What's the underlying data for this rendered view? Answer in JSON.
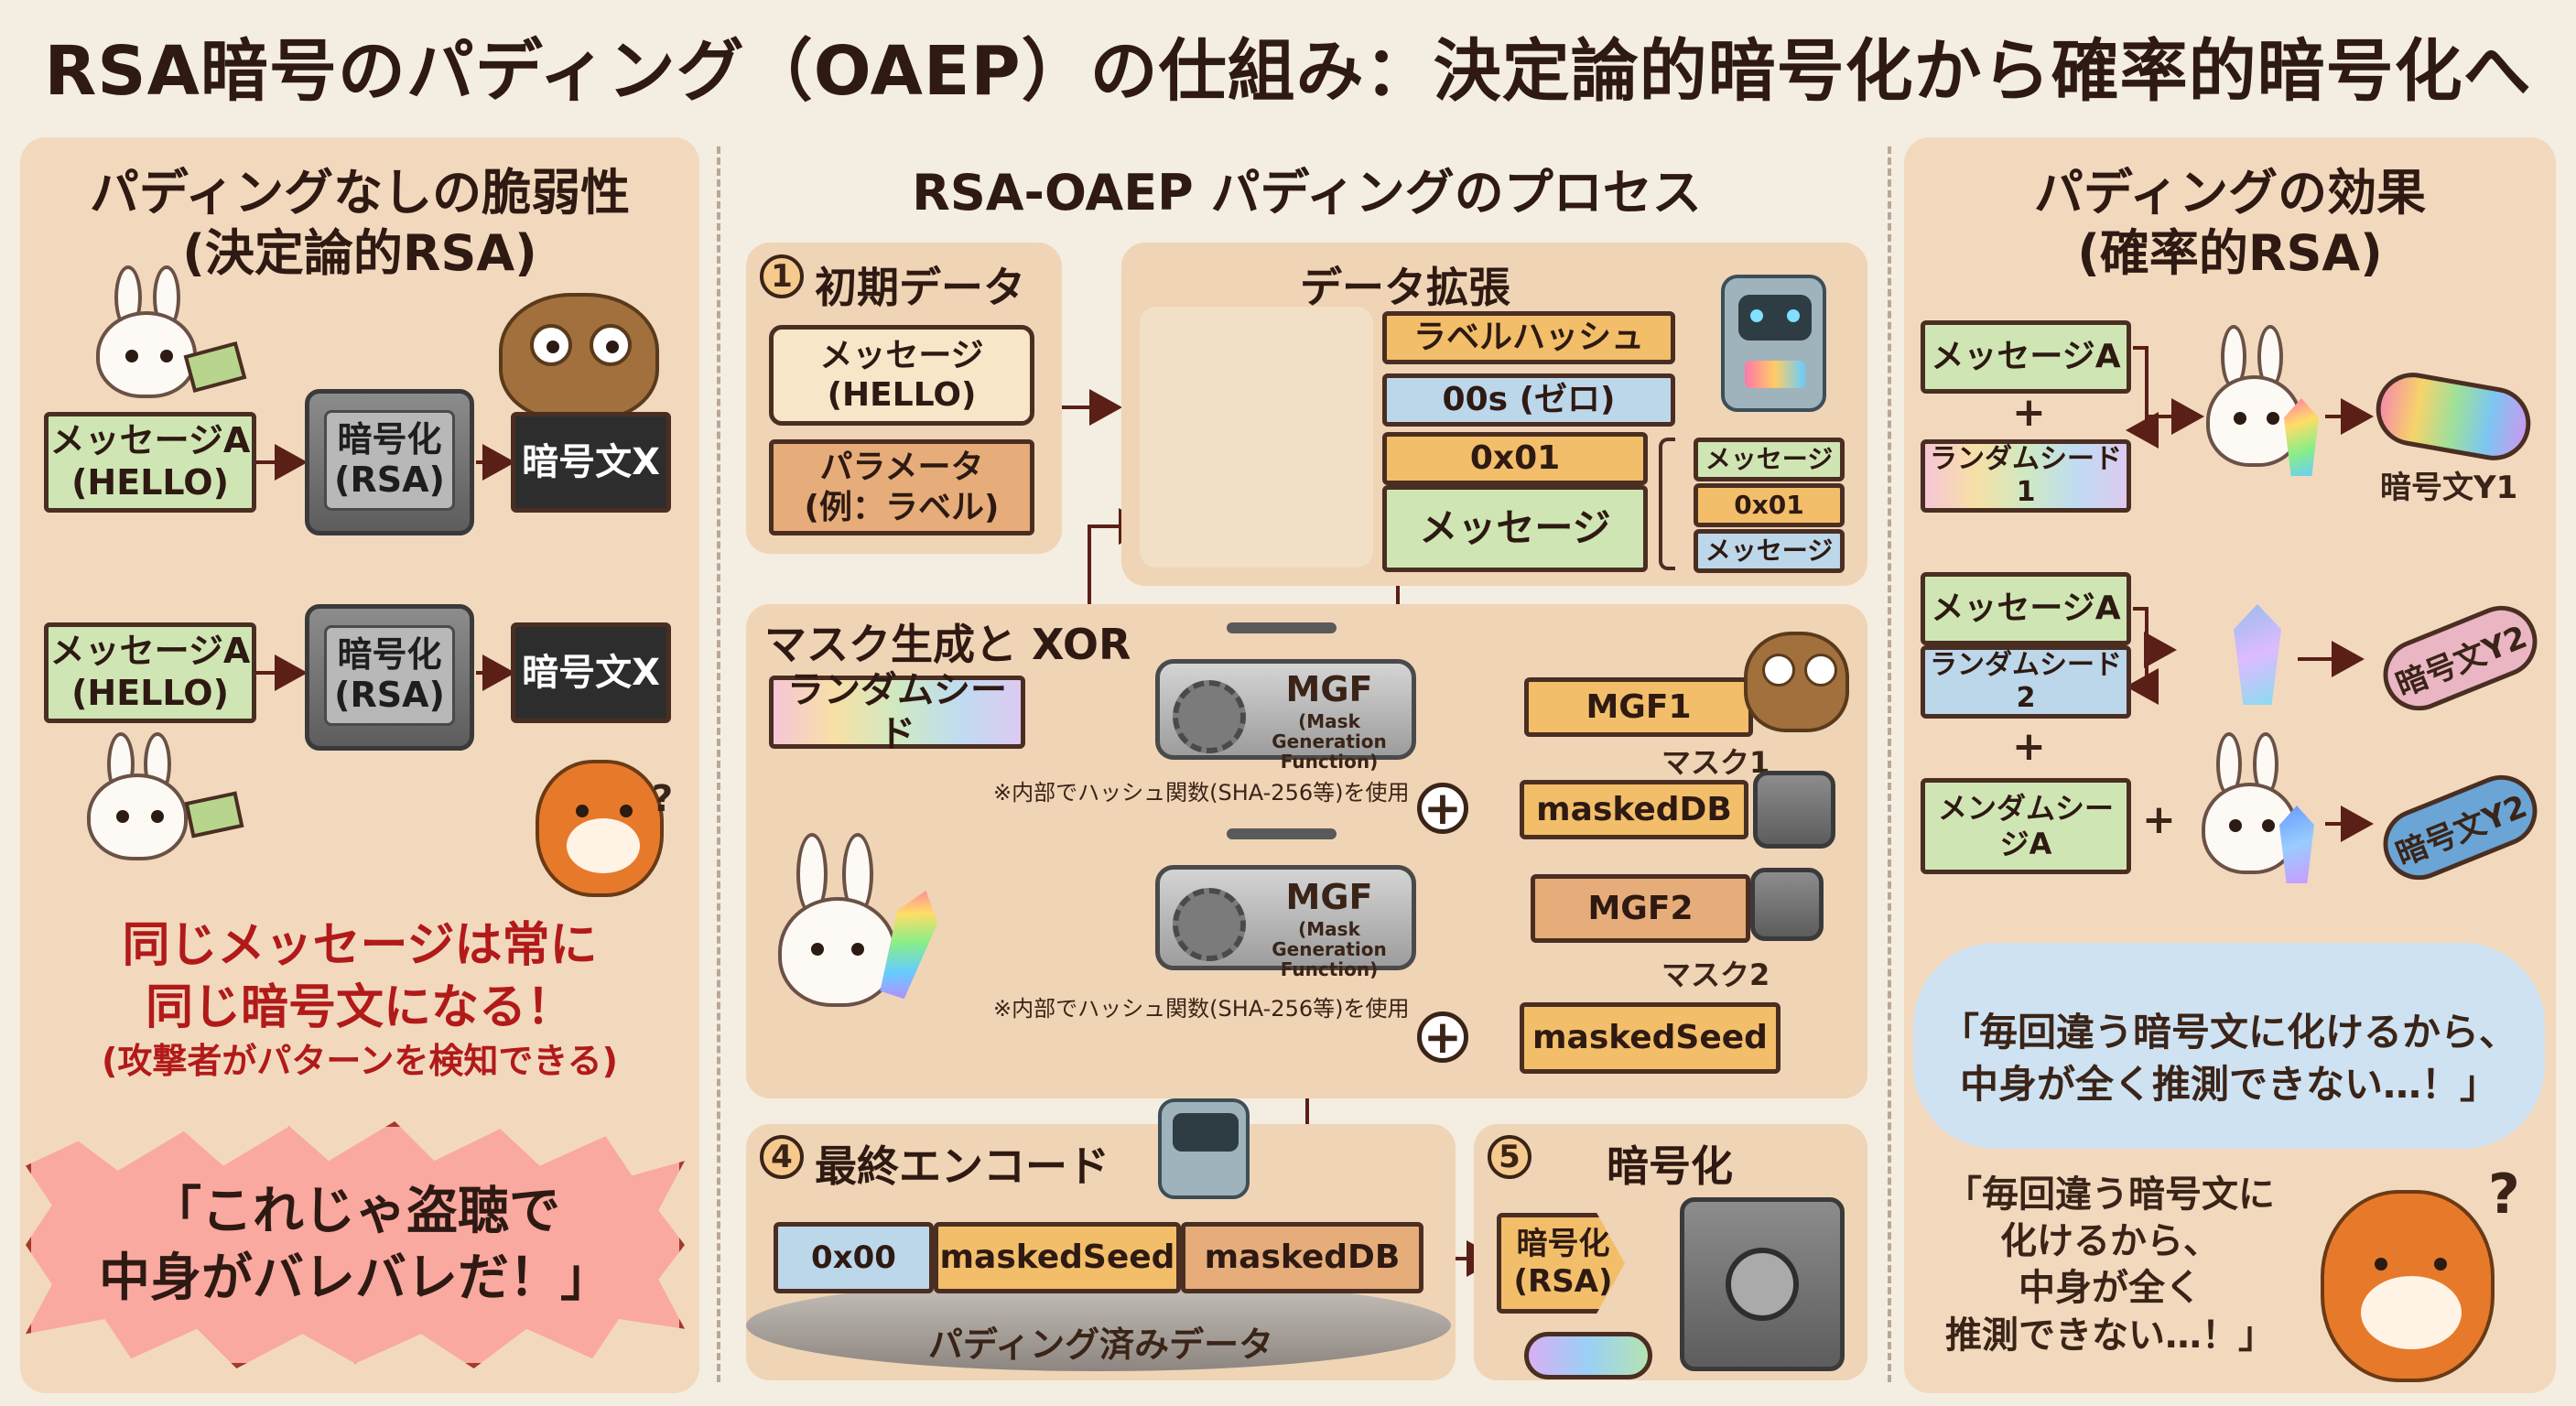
{
  "title": "RSA暗号のパディング（OAEP）の仕組み：決定論的暗号化から確率的暗号化へ",
  "left": {
    "heading_line1": "パディングなしの脆弱性",
    "heading_line2": "(決定論的RSA)",
    "row1": {
      "message": "メッセージA\n(HELLO)",
      "encrypt": "暗号化\n(RSA)",
      "cipher": "暗号文X"
    },
    "row2": {
      "message": "メッセージA\n(HELLO)",
      "encrypt": "暗号化\n(RSA)",
      "cipher": "暗号文X"
    },
    "warning_line1": "同じメッセージは常に",
    "warning_line2": "同じ暗号文になる！",
    "warning_line3": "(攻撃者がパターンを検知できる)",
    "burst_line1": "「これじゃ盗聴で",
    "burst_line2": "中身がバレバレだ！」"
  },
  "mid": {
    "heading": "RSA-OAEP パディングのプロセス",
    "step1": {
      "number": "1",
      "label": "初期データ",
      "message": "メッセージ\n(HELLO)",
      "params": "パラメータ\n(例：ラベル)"
    },
    "expand": {
      "label": "データ拡張",
      "label_hash": "ラベルハッシュ",
      "zeros": "00s (ゼロ)",
      "one": "0x01",
      "message": "メッセージ",
      "side": [
        "メッセージ",
        "0x01",
        "メッセージ"
      ]
    },
    "mask": {
      "label": "マスク生成と XOR",
      "seed": "ランダムシード",
      "mgf_title": "MGF",
      "mgf_sub": "(Mask Generation\nFunction)",
      "note": "※内部でハッシュ関数(SHA-256等)を使用",
      "note2": "※内部でハッシュ関数(SHA-256等)を使用",
      "mgf1": "MGF1",
      "mask1": "マスク1",
      "masked_db": "maskedDB",
      "mgf2": "MGF2",
      "mask2": "マスク2",
      "masked_seed": "maskedSeed",
      "xor": "+"
    },
    "step4": {
      "number": "4",
      "label": "最終エンコード",
      "b0": "0x00",
      "b1": "maskedSeed",
      "b2": "maskedDB",
      "base": "パディング済みデータ"
    },
    "step5": {
      "number": "5",
      "label": "暗号化",
      "arrow_text": "暗号化\n(RSA)"
    }
  },
  "right": {
    "heading_line1": "パディングの効果",
    "heading_line2": "(確率的RSA)",
    "r1": {
      "message": "メッセージA",
      "plus": "+",
      "seed": "ランダムシード1",
      "cipher": "暗号文Y1"
    },
    "r2": {
      "message": "メッセージA",
      "seed": "ランダムシード2",
      "cipher": "暗号文Y2"
    },
    "r3": {
      "plus_top": "+",
      "message": "メンダムシージA",
      "plus": "+",
      "cipher": "暗号文Y2"
    },
    "cloud_line1": "「毎回違う暗号文に化けるから、",
    "cloud_line2": "中身が全く推測できない…！」",
    "fox_line1": "「毎回違う暗号文に",
    "fox_line2": "化けるから、",
    "fox_line3": "中身が全く",
    "fox_line4": "推測できない…！」",
    "question": "?"
  },
  "colors": {
    "panel": "#f2d9be",
    "green": "#cfe6b4",
    "orange": "#f2be6a",
    "tan": "#e6ad7a",
    "blue": "#bcd6ea",
    "dark": "#2d2d2d",
    "red": "#b21a1a",
    "arrow": "#5a1f16"
  }
}
